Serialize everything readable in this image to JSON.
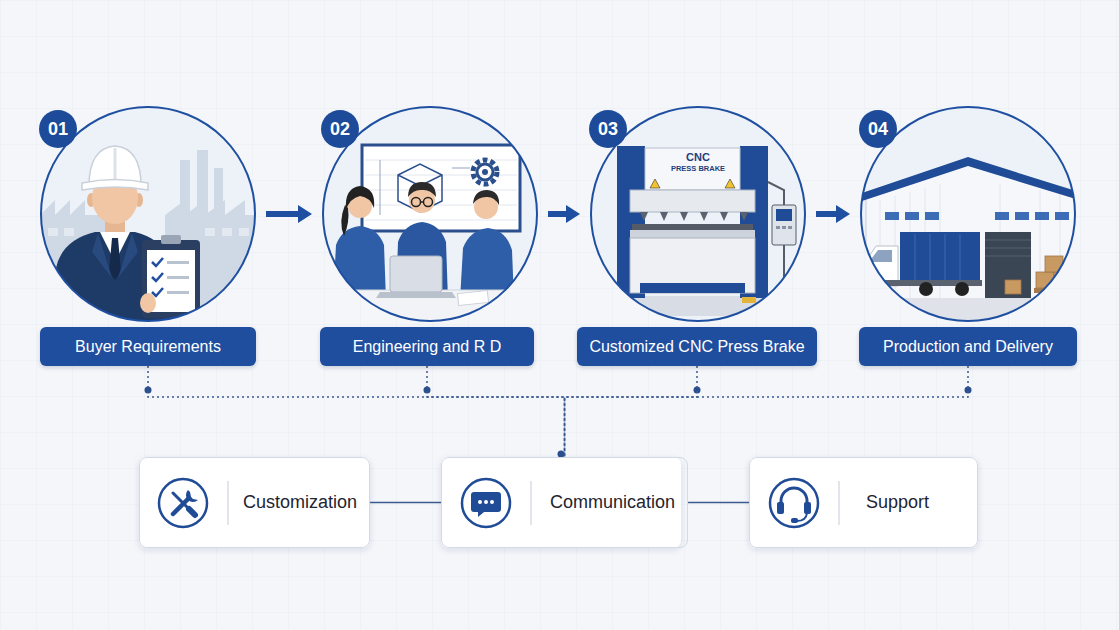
{
  "diagram": {
    "nodes": [
      {
        "text": [
          "01"
        ]
      },
      {
        "text": [
          "Buyer Requirements"
        ]
      },
      {
        "text": [
          "02"
        ]
      },
      {
        "text": [
          "Engineering and R D"
        ]
      },
      {
        "text": [
          "03"
        ]
      },
      {
        "text": [
          "Customized CNC Press Brake"
        ]
      },
      {
        "text": [
          "04"
        ]
      },
      {
        "text": [
          "Production and Delivery"
        ]
      },
      {
        "text": [
          "Customization"
        ]
      },
      {
        "text": [
          "Communication"
        ]
      },
      {
        "text": [
          "Support"
        ]
      }
    ],
    "edges": [
      {
        "from": 0,
        "to": 2,
        "arrow": "to"
      },
      {
        "from": 2,
        "to": 4,
        "arrow": "to"
      },
      {
        "from": 4,
        "to": 6,
        "arrow": "to"
      },
      {
        "from": 1,
        "to": 9,
        "arrow": "none"
      },
      {
        "from": 3,
        "to": 9,
        "arrow": "none"
      },
      {
        "from": 5,
        "to": 9,
        "arrow": "none"
      },
      {
        "from": 7,
        "to": 9,
        "arrow": "none"
      },
      {
        "from": 8,
        "to": 9,
        "arrow": "none"
      },
      {
        "from": 9,
        "to": 10,
        "arrow": "none"
      }
    ],
    "labels": [
      "CNC",
      "PRESS BRAKE"
    ]
  }
}
